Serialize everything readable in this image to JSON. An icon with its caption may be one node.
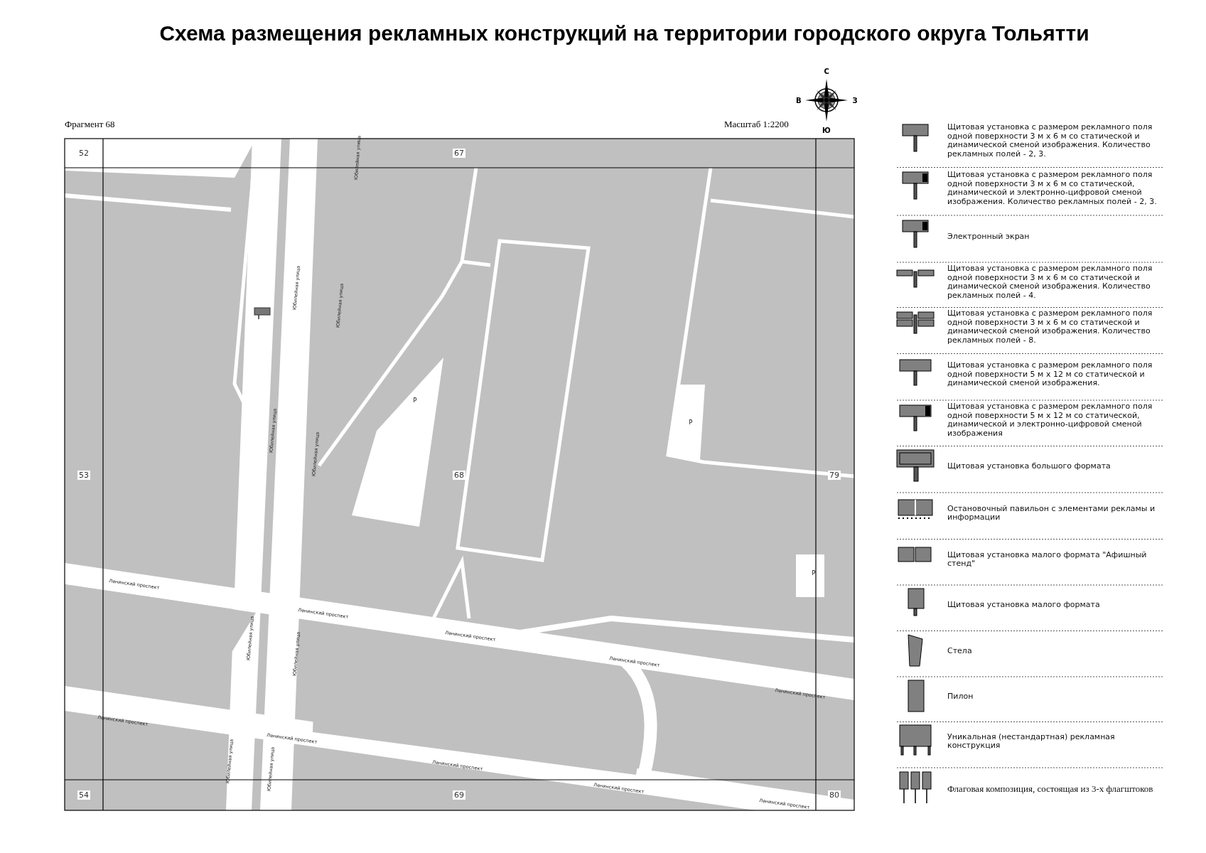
{
  "diagram": {
    "title": "Схема размещения рекламных конструкций на территории городского округа Тольятти",
    "labels": [
      "Фрагмент 68",
      "Масштаб 1:2200",
      "С",
      "В",
      "З",
      "Ю",
      "52",
      "67",
      "Юбилейная улица",
      "Юбилейная улица",
      "Юбилейная улица",
      "P",
      "P",
      "53",
      "68",
      "79",
      "Юбилейная улица",
      "Юбилейная улица",
      "P",
      "Ленинский проспект",
      "Ленинский проспект",
      "Ленинский проспект",
      "Ленинский проспект",
      "Ленинский проспект",
      "Юбилейная улица",
      "Юбилейная улица",
      "Ленинский проспект",
      "Ленинский проспект",
      "Ленинский проспект",
      "Ленинский проспект",
      "Ленинский проспект",
      "Юбилейная улица",
      "Юбилейная улица",
      "54",
      "69",
      "80"
    ],
    "legend": [
      {
        "text": "Щитовая установка с размером рекламного поля одной поверхности 3 м х 6 м со статической и динамической сменой изображения. Количество рекламных полей - 2, 3."
      },
      {
        "text": "Щитовая установка с размером рекламного поля одной поверхности 3 м х 6 м со статической, динамической и электронно-цифровой сменой изображения. Количество рекламных полей - 2, 3."
      },
      {
        "text": "Электронный экран"
      },
      {
        "text": "Щитовая установка с размером рекламного поля одной поверхности 3 м х 6 м со статической и динамической сменой изображения. Количество рекламных полей - 4."
      },
      {
        "text": "Щитовая установка с размером рекламного поля одной поверхности 3 м х 6 м со статической и динамической сменой изображения. Количество рекламных полей - 8."
      },
      {
        "text": "Щитовая установка с размером рекламного поля одной поверхности 5 м х 12 м со статической и динамической сменой изображения."
      },
      {
        "text": "Щитовая установка с размером рекламного поля одной поверхности 5 м х 12 м со статической, динамической и электронно-цифровой сменой изображения"
      },
      {
        "text": "Щитовая установка большого формата"
      },
      {
        "text": "Остановочный павильон с элементами рекламы и информации"
      },
      {
        "text": "Щитовая установка малого формата \"Афишный стенд\""
      },
      {
        "text": "Щитовая установка малого формата"
      },
      {
        "text": "Стела"
      },
      {
        "text": "Пилон"
      },
      {
        "text": "Уникальная (нестандартная) рекламная конструкция"
      },
      {
        "text": "Флаговая композиция, состоящая из 3-х флагштоков"
      }
    ]
  }
}
